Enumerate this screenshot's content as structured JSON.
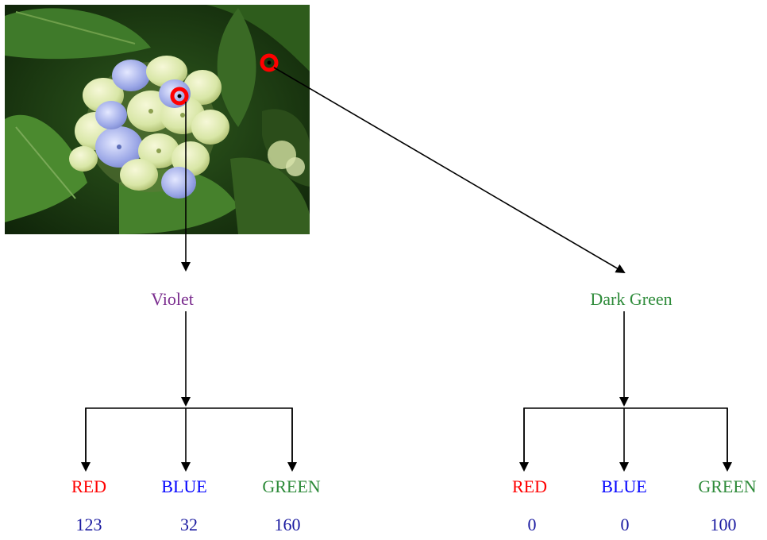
{
  "photo": {
    "subject": "hydrangea-flower",
    "sample_marker_color": "#ff0000"
  },
  "samples": [
    {
      "name": "Violet",
      "name_color": "#7a2c8e",
      "channels": [
        {
          "label": "RED",
          "color": "#ff0000",
          "value": "123"
        },
        {
          "label": "BLUE",
          "color": "#0000ff",
          "value": "32"
        },
        {
          "label": "GREEN",
          "color": "#2e8b3a",
          "value": "160"
        }
      ]
    },
    {
      "name": "Dark Green",
      "name_color": "#2e8b3a",
      "channels": [
        {
          "label": "RED",
          "color": "#ff0000",
          "value": "0"
        },
        {
          "label": "BLUE",
          "color": "#0000ff",
          "value": "0"
        },
        {
          "label": "GREEN",
          "color": "#2e8b3a",
          "value": "100"
        }
      ]
    }
  ],
  "value_color": "#1a1aa0",
  "arrow_color": "#000000"
}
